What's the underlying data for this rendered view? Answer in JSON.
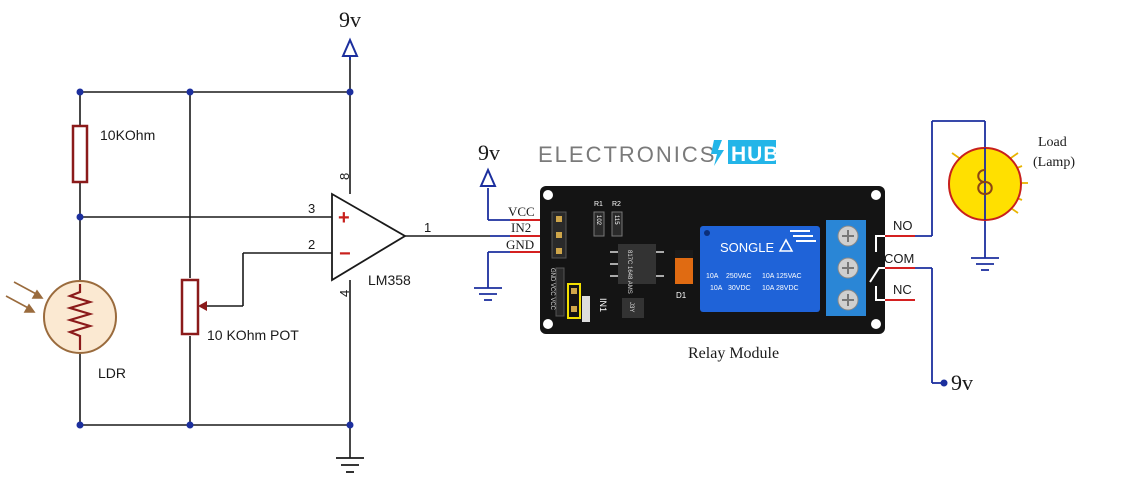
{
  "labels": {
    "supply_top": "9v",
    "supply_relay": "9v",
    "supply_com": "9v",
    "resistor": "10KOhm",
    "pot": "10 KOhm POT",
    "ldr": "LDR",
    "opamp": "LM358",
    "pin_plus": "3",
    "pin_minus": "2",
    "pin_out": "1",
    "pin_vcc": "8",
    "pin_gnd": "4",
    "plus_sign": "+",
    "minus_sign": "−",
    "relay_caption": "Relay Module",
    "load_line1": "Load",
    "load_line2": "(Lamp)"
  },
  "relay": {
    "pins": [
      "VCC",
      "IN2",
      "GND"
    ],
    "terminals": [
      "NO",
      "COM",
      "NC"
    ],
    "brand": "SONGLE",
    "rating_left_1": "10A",
    "rating_left_2": "250VAC",
    "rating_left_3": "10A",
    "rating_left_4": "30VDC",
    "rating_right_1": "10A 125VAC",
    "rating_right_2": "10A 28VDC",
    "r1": "R1",
    "r2": "R2",
    "r1_val": "102",
    "r2_val": "115",
    "chip": "817C 1648 AMS",
    "diode": "D1",
    "in_label": "IN1",
    "transistor": "J3Y",
    "header_labels": "GND VCC VCC"
  },
  "logo": {
    "text_a": "ELECTRONICS",
    "text_b": "HUB"
  },
  "colors": {
    "wire_black": "#1a1a1a",
    "wire_blue": "#1c2f9e",
    "wire_red": "#d42020",
    "junction": "#1c2f9e",
    "resistor": "#8b1a1a",
    "pcb": "#141414",
    "relay_blue": "#1f63d8",
    "terminal_blue": "#2a86d6",
    "lamp_fill": "#ffe000",
    "lamp_ring": "#c8201c",
    "rays": "#e8b400",
    "logo_grey": "#7a7a7a",
    "logo_accent": "#23b5e8"
  }
}
